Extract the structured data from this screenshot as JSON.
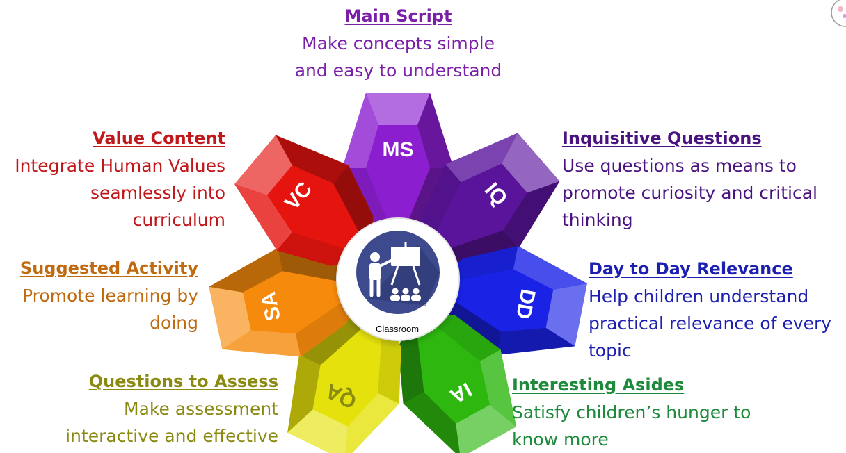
{
  "center": {
    "label": "Classroom"
  },
  "sections": [
    {
      "key": "ms",
      "abbr": "MS",
      "title": "Main Script",
      "lines": [
        "Make concepts simple",
        "and easy to understand"
      ],
      "color": "#8b1fd0",
      "title_color": "#7a1fa8",
      "text_color": "#7a1fa8"
    },
    {
      "key": "iq",
      "abbr": "IQ",
      "title": "Inquisitive Questions",
      "lines": [
        "Use questions as means to",
        "promote curiosity and critical",
        "thinking"
      ],
      "color": "#5a149c",
      "title_color": "#4a1480",
      "text_color": "#4a1480"
    },
    {
      "key": "dd",
      "abbr": "DD",
      "title": "Day to Day Relevance",
      "lines": [
        "Help children understand",
        "practical relevance of every",
        "topic"
      ],
      "color": "#1a22e6",
      "title_color": "#1c1fb0",
      "text_color": "#1c1fb0"
    },
    {
      "key": "ia",
      "abbr": "IA",
      "title": "Interesting Asides",
      "lines": [
        "Satisfy children’s hunger to",
        "know more"
      ],
      "color": "#2db70f",
      "title_color": "#1d8a3c",
      "text_color": "#1d8a3c"
    },
    {
      "key": "qa",
      "abbr": "QA",
      "title": "Questions to Assess",
      "lines": [
        "Make assessment",
        "interactive and effective"
      ],
      "color": "#e5e10c",
      "title_color": "#8a8a12",
      "text_color": "#8a8a12"
    },
    {
      "key": "sa",
      "abbr": "SA",
      "title": "Suggested Activity",
      "lines": [
        "Promote learning by",
        "doing"
      ],
      "color": "#f58a0c",
      "title_color": "#c06a10",
      "text_color": "#c06a10"
    },
    {
      "key": "vc",
      "abbr": "VC",
      "title": "Value Content",
      "lines": [
        "Integrate Human Values",
        "seamlessly into",
        "curriculum"
      ],
      "color": "#e5140f",
      "title_color": "#c0171b",
      "text_color": "#c0171b"
    }
  ]
}
